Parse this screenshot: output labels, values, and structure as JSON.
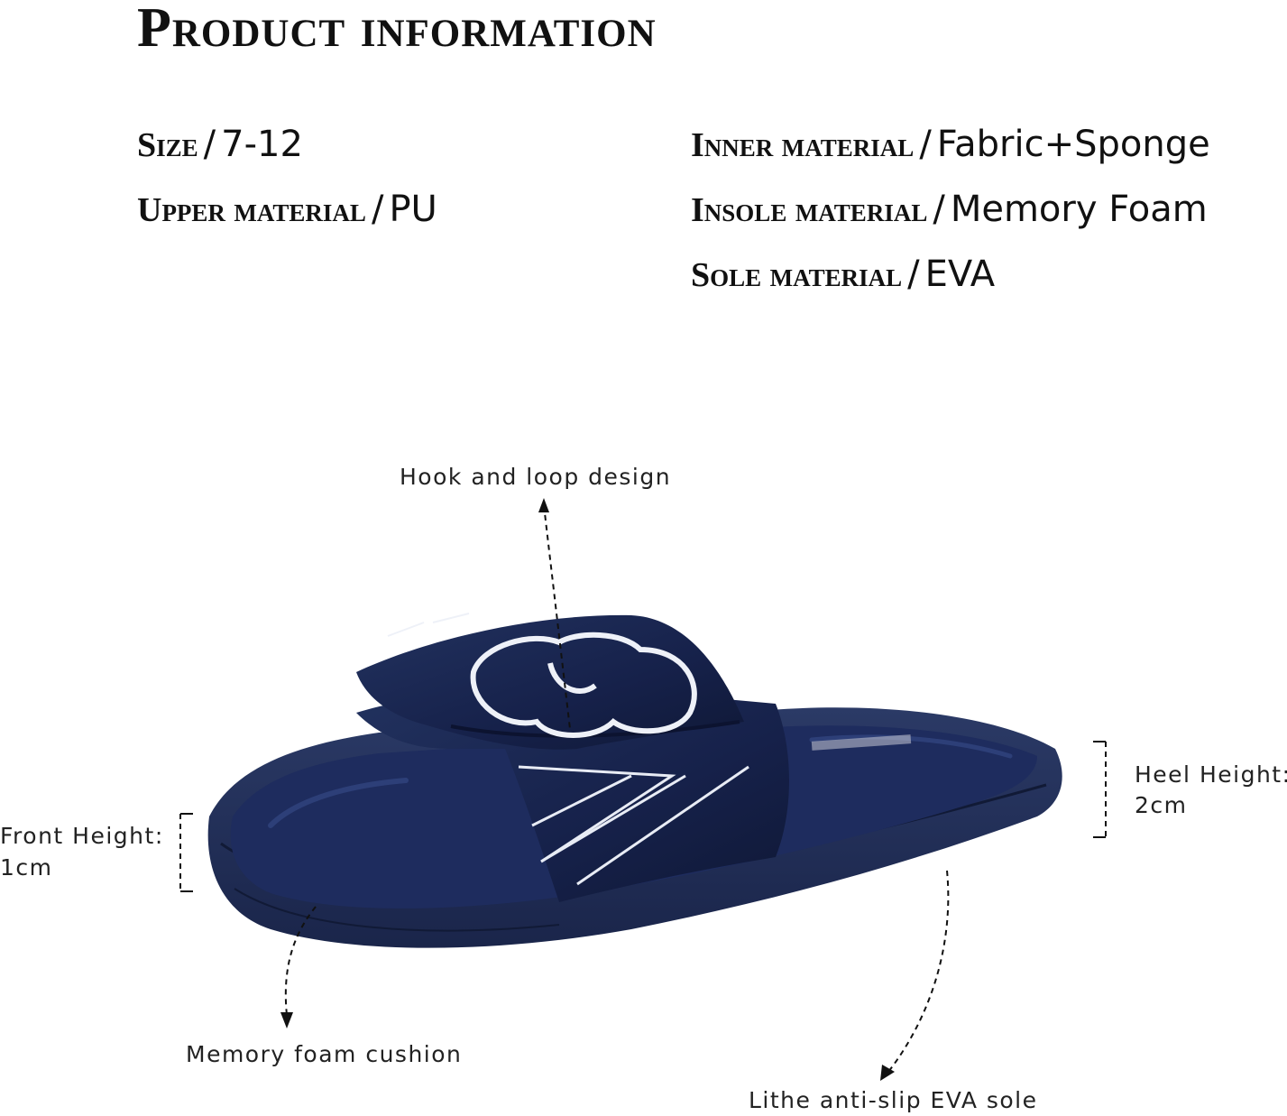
{
  "header": {
    "title": "Product information"
  },
  "specs": {
    "size": {
      "label": "Size",
      "value": "7-12"
    },
    "upper": {
      "label": "Upper material",
      "value": "PU"
    },
    "inner": {
      "label": "Inner material",
      "value": "Fabric+Sponge"
    },
    "insole": {
      "label": "Insole material",
      "value": "Memory Foam"
    },
    "sole": {
      "label": "Sole material",
      "value": "EVA"
    },
    "separator": "/"
  },
  "callouts": {
    "hook_loop": "Hook and loop design",
    "front_height_label": "Front Height:",
    "front_height_value": "1cm",
    "heel_height_label": "Heel Height:",
    "heel_height_value": "2cm",
    "memory_foam": "Memory foam cushion",
    "sole": "Lithe anti-slip EVA sole"
  },
  "colors": {
    "navy": "#1f2d56",
    "navy_dark": "#141d3a",
    "navy_light": "#2c3d72",
    "text": "#111111"
  }
}
